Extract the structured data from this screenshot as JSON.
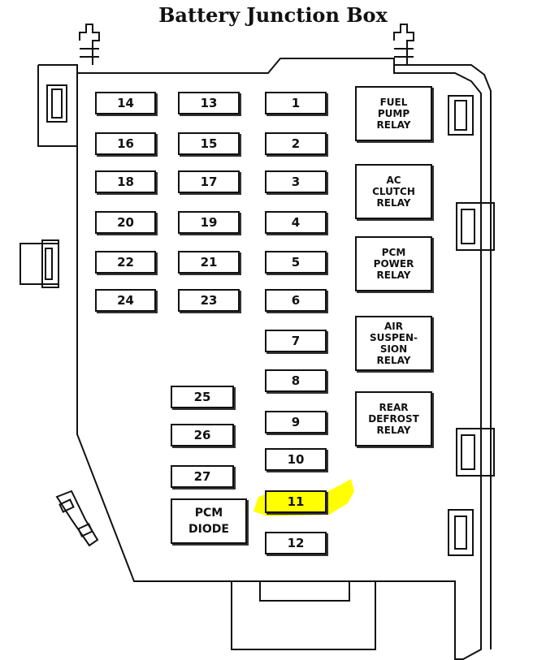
{
  "title": "Battery Junction Box",
  "fuses": [
    "14",
    "13",
    "1",
    "16",
    "15",
    "2",
    "18",
    "17",
    "3",
    "20",
    "19",
    "4",
    "22",
    "21",
    "5",
    "24",
    "23",
    "6",
    "7",
    "8",
    "9",
    "10",
    "11",
    "12",
    "25",
    "26",
    "27"
  ],
  "highlighted_fuse": "11",
  "relays": [
    "FUEL\nPUMP\nRELAY",
    "AC\nCLUTCH\nRELAY",
    "PCM\nPOWER\nRELAY",
    "AIR\nSUSPEN-\nSION\nRELAY",
    "REAR\nDEFROST\nRELAY"
  ],
  "diode": {
    "line1": "PCM",
    "line2": "DIODE"
  },
  "colors": {
    "highlight": "#ffff00",
    "outline": "#111111"
  }
}
